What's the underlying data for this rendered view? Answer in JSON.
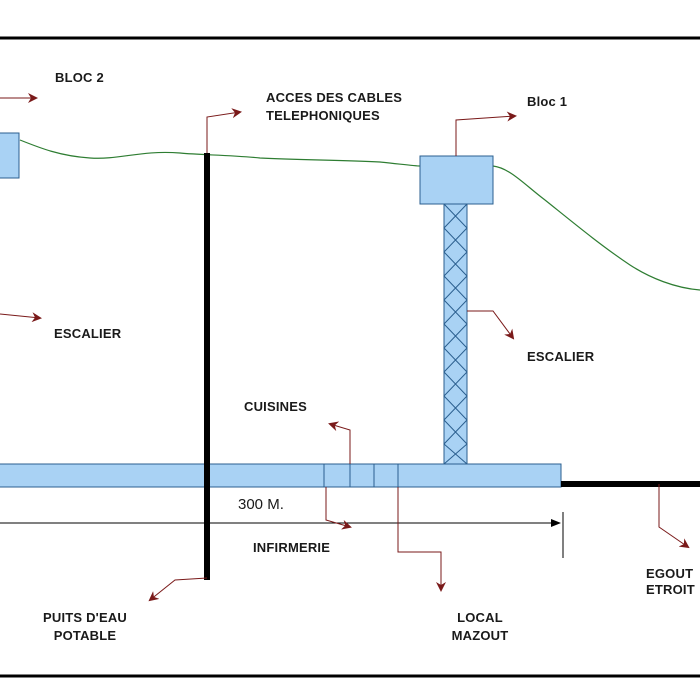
{
  "labels": {
    "bloc2": "BLOC 2",
    "acces_cables_line1": "ACCES DES CABLES",
    "acces_cables_line2": "TELEPHONIQUES",
    "bloc1": "Bloc 1",
    "escalier_left": "ESCALIER",
    "escalier_right": "ESCALIER",
    "cuisines": "CUISINES",
    "infirmerie": "INFIRMERIE",
    "puits_line1": "PUITS D'EAU",
    "puits_line2": "POTABLE",
    "local_line1": "LOCAL",
    "local_line2": "MAZOUT",
    "egout_line1": "EGOUT",
    "egout_line2": "ETROIT"
  },
  "dimension": {
    "distance": "300 M."
  },
  "colors": {
    "structure_fill": "#a9d2f4",
    "structure_stroke": "#2b5f8f",
    "terrain": "#2e7d32",
    "arrow": "#7a1a1a",
    "ink": "#000000"
  }
}
